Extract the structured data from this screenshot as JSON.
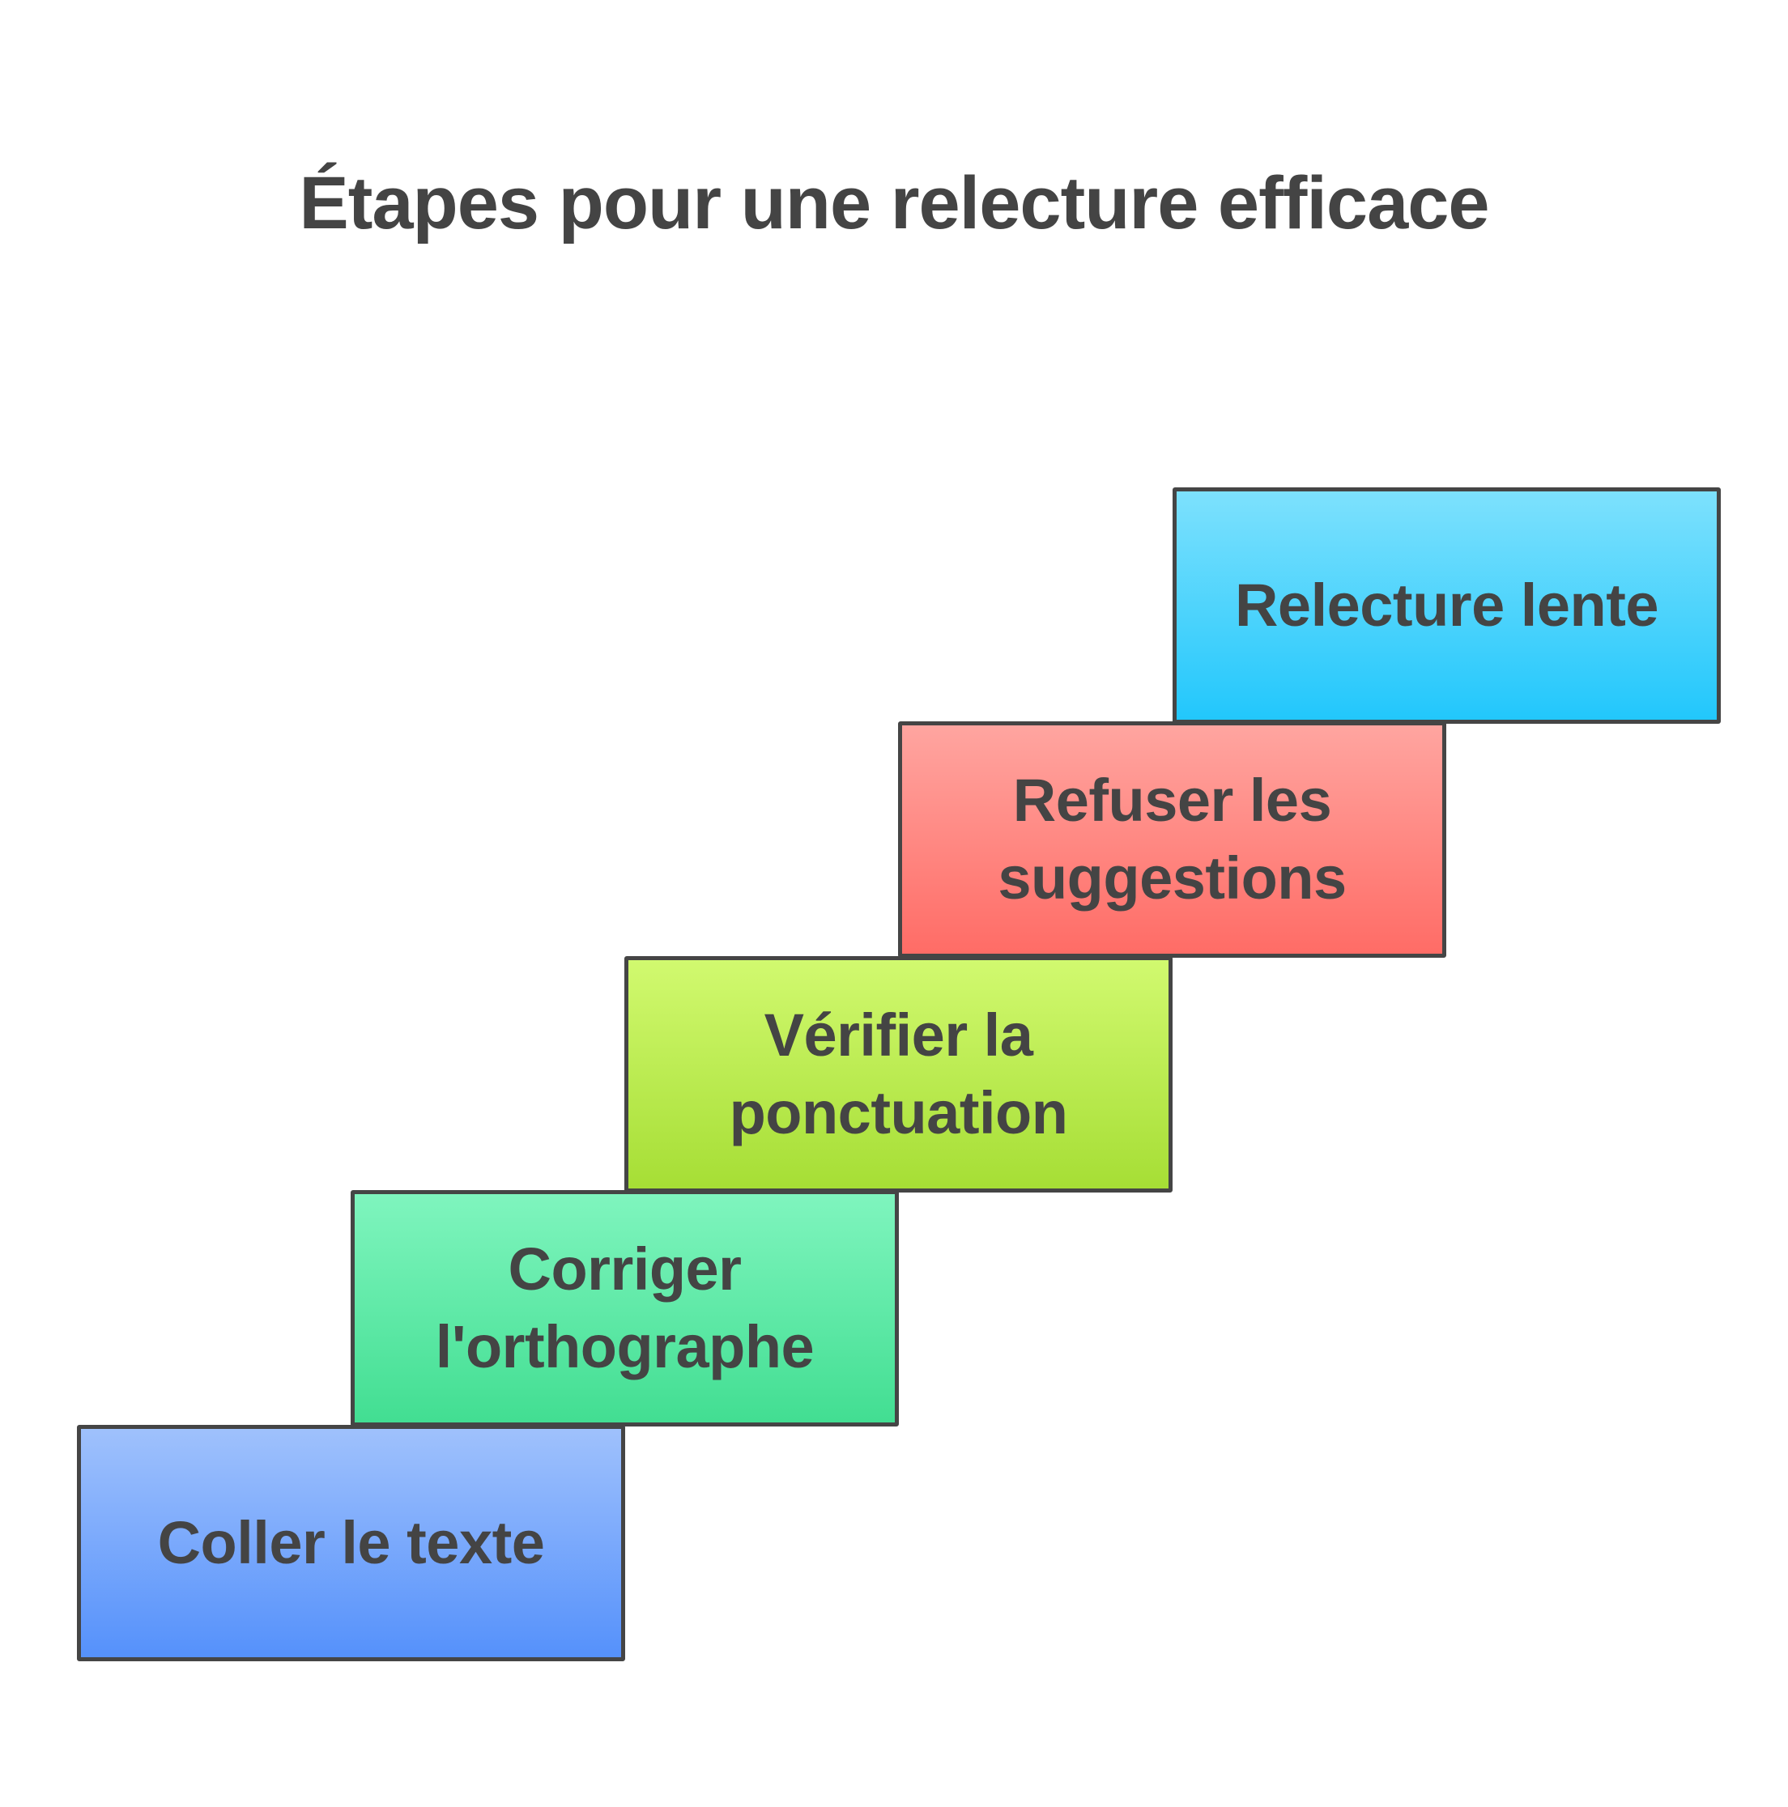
{
  "title": "Étapes pour une relecture efficace",
  "steps": [
    {
      "label": "Coller le texte",
      "color": "#5591fb"
    },
    {
      "label": "Corriger l'orthographe",
      "color": "#42de92"
    },
    {
      "label": "Vérifier la ponctuation",
      "color": "#a6de35"
    },
    {
      "label": "Refuser les suggestions",
      "color": "#ff6c66"
    },
    {
      "label": "Relecture lente",
      "color": "#22c7fc"
    }
  ]
}
